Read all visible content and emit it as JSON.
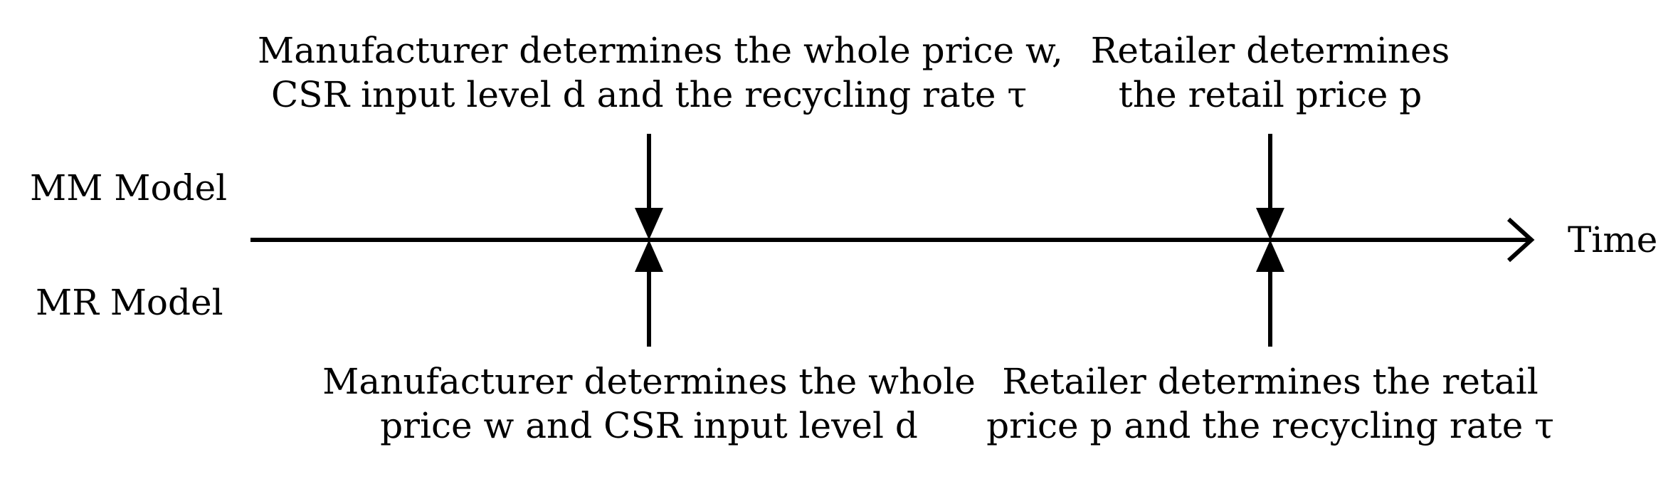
{
  "models": {
    "mm_label": "MM Model",
    "mr_label": "MR Model"
  },
  "axis": {
    "time_label": "Time"
  },
  "events": {
    "mm_manufacturer": {
      "line1": "Manufacturer determines the whole price w,",
      "line2": "CSR input level d and the recycling rate τ"
    },
    "mm_retailer": {
      "line1": "Retailer determines",
      "line2": "the retail price p"
    },
    "mr_manufacturer": {
      "line1": "Manufacturer determines the whole",
      "line2": "price w and CSR input level d"
    },
    "mr_retailer": {
      "line1": "Retailer determines the retail",
      "line2": "price p and the recycling rate τ"
    }
  },
  "colors": {
    "stroke": "#000000",
    "background": "#ffffff"
  }
}
